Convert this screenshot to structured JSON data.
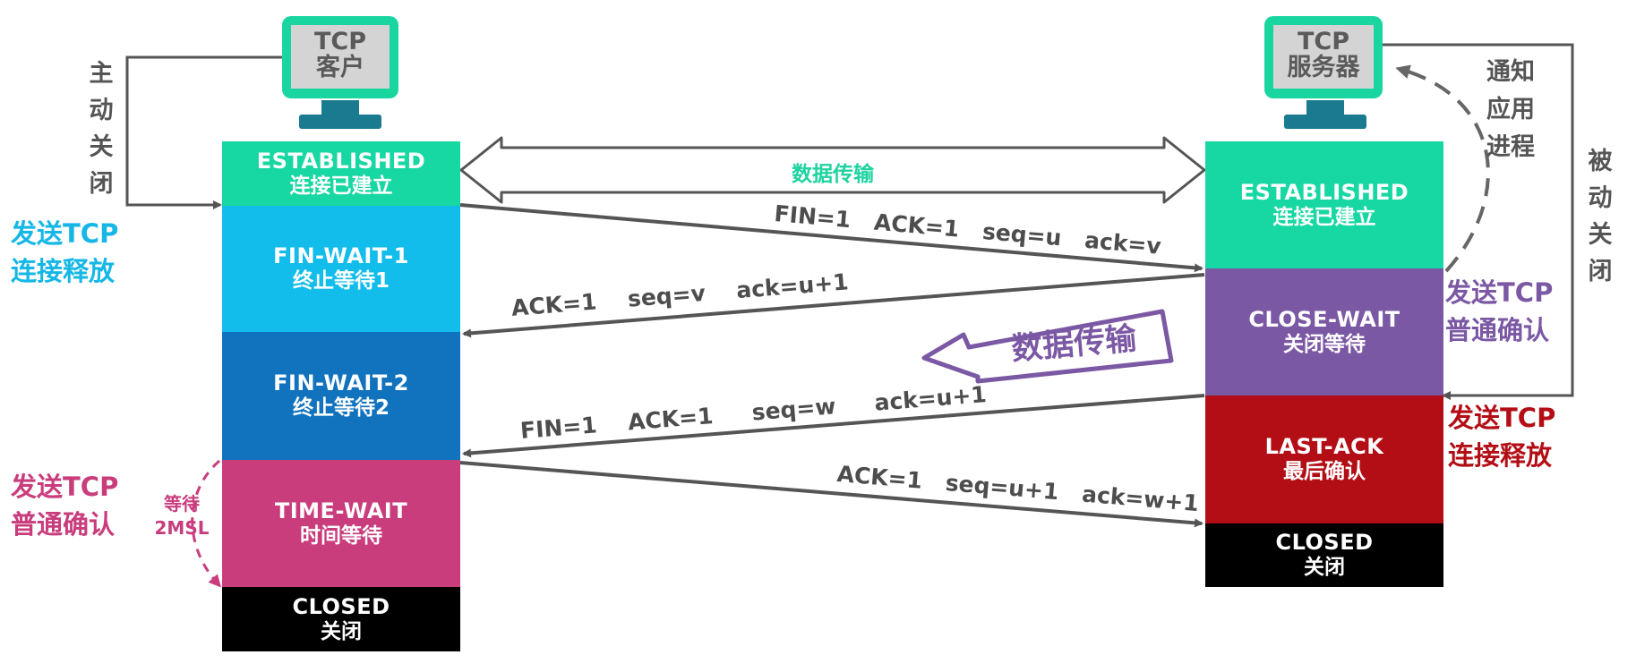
{
  "client": {
    "label": "TCP\n客户",
    "states": [
      {
        "en": "ESTABLISHED",
        "zh": "连接已建立",
        "color": "#17d7a2"
      },
      {
        "en": "FIN-WAIT-1",
        "zh": "终止等待1",
        "color": "#12bdec"
      },
      {
        "en": "FIN-WAIT-2",
        "zh": "终止等待2",
        "color": "#1172bd"
      },
      {
        "en": "TIME-WAIT",
        "zh": "时间等待",
        "color": "#c93d7d"
      },
      {
        "en": "CLOSED",
        "zh": "关闭",
        "color": "#000000"
      }
    ],
    "active_close": "主动关闭",
    "note_release": "发送TCP\n连接释放",
    "note_ack": "发送TCP\n普通确认",
    "wait_timer": "等待\n2MSL"
  },
  "server": {
    "label": "TCP\n服务器",
    "states": [
      {
        "en": "ESTABLISHED",
        "zh": "连接已建立",
        "color": "#17d7a2"
      },
      {
        "en": "CLOSE-WAIT",
        "zh": "关闭等待",
        "color": "#7b58a4"
      },
      {
        "en": "LAST-ACK",
        "zh": "最后确认",
        "color": "#b30e16"
      },
      {
        "en": "CLOSED",
        "zh": "关闭",
        "color": "#000000"
      }
    ],
    "notify_app": "通知\n应用\n进程",
    "passive_close": "被动关闭",
    "note_ack": "发送TCP\n普通确认",
    "note_release": "发送TCP\n连接释放"
  },
  "data_transfer_top": "数据传输",
  "data_transfer_callout": "数据传输",
  "messages": [
    "FIN=1   ACK=1   seq=u   ack=v",
    "ACK=1    seq=v    ack=u+1",
    "FIN=1    ACK=1     seq=w     ack=u+1",
    "ACK=1   seq=u+1   ack=w+1"
  ],
  "colors": {
    "monitor": "#19d6a0",
    "monitor_base": "#1a7a8f",
    "arrow": "#555555",
    "callout": "#7b58a4"
  }
}
